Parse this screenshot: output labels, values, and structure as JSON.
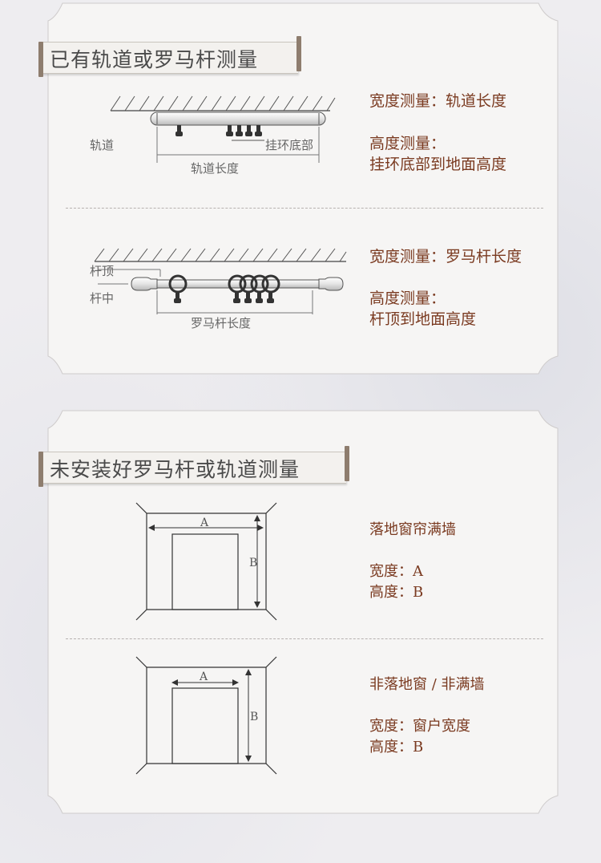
{
  "section1": {
    "title": "已有轨道或罗马杆测量",
    "track": {
      "label_track": "轨道",
      "label_ring_bottom": "挂环底部",
      "label_length": "轨道长度",
      "width_text": "宽度测量：轨道长度",
      "height_label": "高度测量：",
      "height_text": "挂环底部到地面高度"
    },
    "rod": {
      "label_rod_top": "杆顶",
      "label_rod_middle": "杆中",
      "label_length": "罗马杆长度",
      "width_text": "宽度测量：罗马杆长度",
      "height_label": "高度测量：",
      "height_text": "杆顶到地面高度"
    }
  },
  "section2": {
    "title": "未安装好罗马杆或轨道测量",
    "floor_window": {
      "label_a": "A",
      "label_b": "B",
      "heading": "落地窗帘满墙",
      "width_text": "宽度：A",
      "height_text": "高度：B"
    },
    "normal_window": {
      "label_a": "A",
      "label_b": "B",
      "heading": "非落地窗 / 非满墙",
      "width_text": "宽度：窗户宽度",
      "height_text": "高度：B"
    }
  },
  "colors": {
    "accent_text": "#7a3a20",
    "card_bg": "#f6f5f4",
    "tab": "#8e7d6e"
  }
}
